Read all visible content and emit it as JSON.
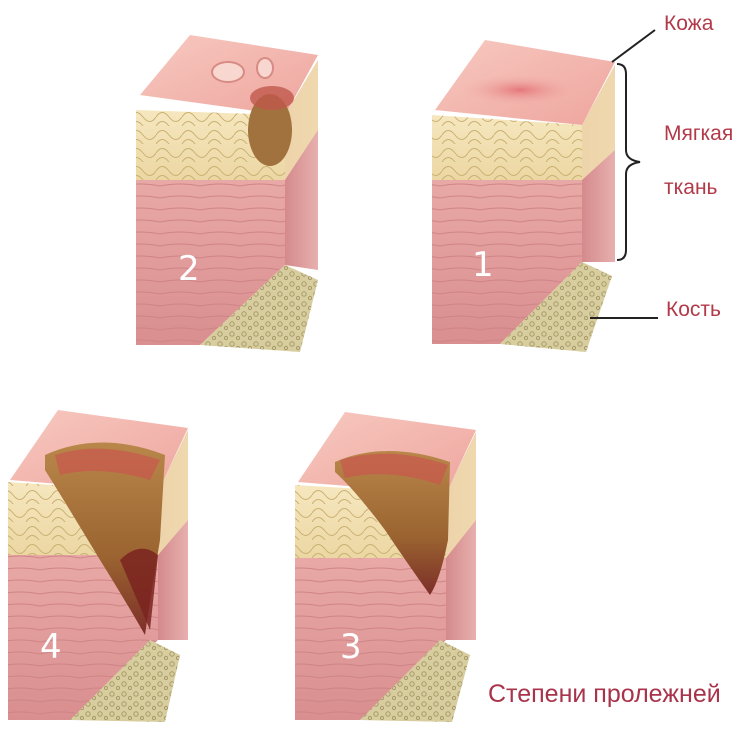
{
  "labels": {
    "skin": "Кожа",
    "soft_tissue_line1": "Мягкая",
    "soft_tissue_line2": "ткань",
    "bone": "Кость"
  },
  "caption": "Степени пролежней",
  "stages": [
    {
      "id": "stage-2",
      "number": "2"
    },
    {
      "id": "stage-1",
      "number": "1"
    },
    {
      "id": "stage-4",
      "number": "4"
    },
    {
      "id": "stage-3",
      "number": "3"
    }
  ],
  "colors": {
    "skin_top": "#f2b6ae",
    "fat": "#f3e2b6",
    "muscle": "#e7a3a0",
    "muscle_side": "#c9777c",
    "bone": "#d9d0a3",
    "wound": "#8f5a2c",
    "wound_deep": "#8c2f2a",
    "label_text": "#b23a48"
  }
}
